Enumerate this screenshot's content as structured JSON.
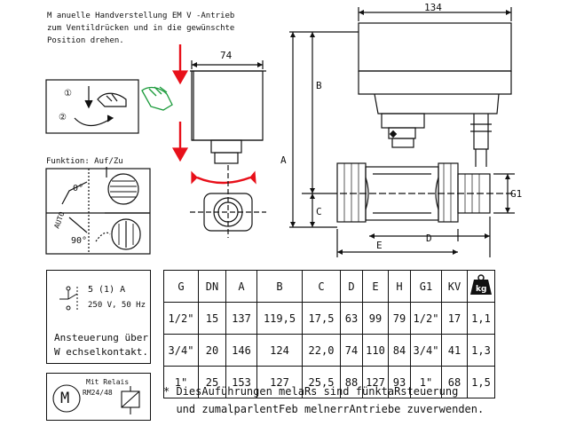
{
  "instruction": {
    "lines": [
      "M anuelle Handverstellung EM V -Antrieb",
      "zum Ventildrücken und in die gewünschte",
      "Position drehen."
    ]
  },
  "steps": [
    "①",
    "②"
  ],
  "function_label": "Funktion: Auf/Zu",
  "function_angles": {
    "open": "0°",
    "closed": "90°"
  },
  "auto_label": "AUTO",
  "dims": {
    "width_small": "74",
    "width_large": "134",
    "A": "A",
    "B": "B",
    "C": "C",
    "D": "D",
    "E": "E",
    "G1": "G1"
  },
  "relay_box": {
    "rating": "5 (1) A",
    "voltage": "250 V, 50 Hz",
    "caption_lines": [
      "Ansteuerung über",
      "W echselkontakt."
    ]
  },
  "motor_box": {
    "symbol": "M",
    "relay_lines": [
      "Mit Relais",
      "RM24/48"
    ]
  },
  "table": {
    "headers": [
      "G",
      "DN",
      "A",
      "B",
      "C",
      "D",
      "E",
      "H",
      "G1",
      "KV"
    ],
    "weight_label": "kg",
    "rows": [
      [
        "1/2\"",
        "15",
        "137",
        "119,5",
        "17,5",
        "63",
        "99",
        "79",
        "1/2\"",
        "17",
        "1,1"
      ],
      [
        "3/4\"",
        "20",
        "146",
        "124",
        "22,0",
        "74",
        "110",
        "84",
        "3/4\"",
        "41",
        "1,3"
      ],
      [
        "1\"",
        "25",
        "153",
        "127",
        "25,5",
        "88",
        "127",
        "93",
        "1\"",
        "68",
        "1,5"
      ]
    ]
  },
  "footnote": {
    "lines": [
      "* DiesAuführungen melaRs sind fünktaRsteuerung",
      "  und zumalparlentFeb melnerrAntriebe zuverwenden."
    ]
  },
  "colors": {
    "line": "#111111",
    "accent_red": "#e8101a",
    "accent_green": "#1a9a3a"
  }
}
